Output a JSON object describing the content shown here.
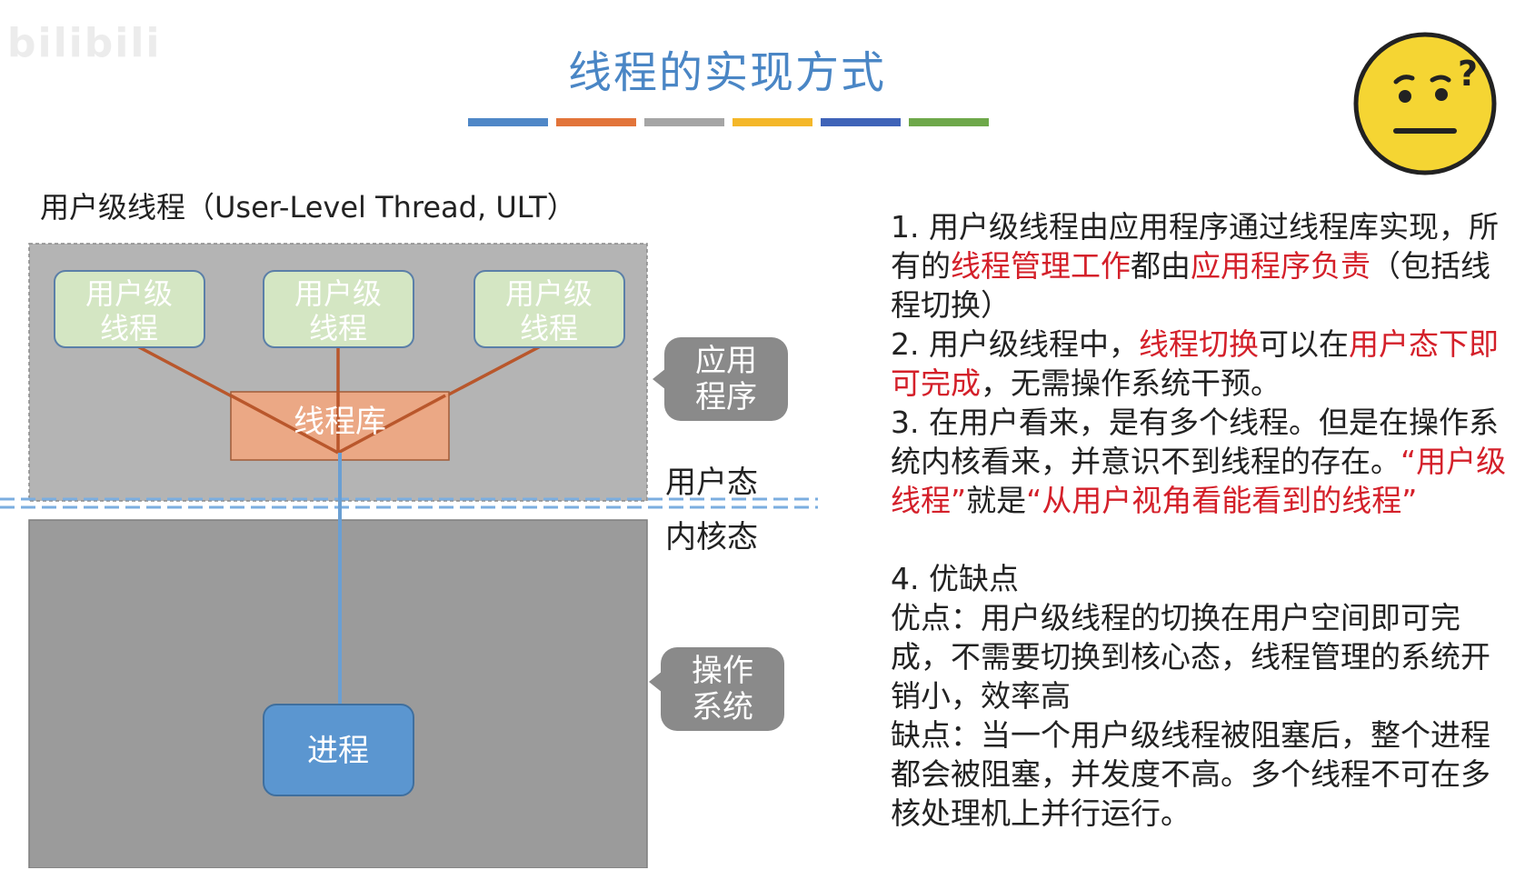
{
  "watermark": "bilibili",
  "title": "线程的实现方式",
  "colors": {
    "title": "#4a86c5",
    "highlight": "#d4202a",
    "bars": [
      "#4f87c7",
      "#e2743a",
      "#a5a5a5",
      "#f4b729",
      "#3f63b8",
      "#6ea84a"
    ],
    "thread_box": "#d4e6c3",
    "library_box": "#f1a67f",
    "process_box": "#5b96d0",
    "app_area": "#b4b4b4",
    "os_area": "#9b9b9b",
    "link_line": "#b9572c",
    "kernel_line": "#6a9fd3",
    "divider": "#7baee0"
  },
  "emoji": {
    "icon": "confused-face-icon",
    "mark": "?"
  },
  "subtitle": "用户级线程（User-Level Thread, ULT）",
  "diagram": {
    "threads": [
      {
        "line1": "用户级",
        "line2": "线程"
      },
      {
        "line1": "用户级",
        "line2": "线程"
      },
      {
        "line1": "用户级",
        "line2": "线程"
      }
    ],
    "library": "线程库",
    "process": "进程",
    "app_label": {
      "line1": "应用",
      "line2": "程序"
    },
    "os_label": {
      "line1": "操作",
      "line2": "系统"
    },
    "user_mode": "用户态",
    "kernel_mode": "内核态"
  },
  "notes": {
    "p1": {
      "a": "1. 用户级线程由应用程序通过线程库实现，所有的",
      "b": "线程管理工作",
      "c": "都由",
      "d": "应用程序负责",
      "e": "（包括线程切换）"
    },
    "p2": {
      "a": "2. 用户级线程中，",
      "b": "线程切换",
      "c": "可以在",
      "d": "用户态下即可完成",
      "e": "，无需操作系统干预。"
    },
    "p3": {
      "a": "3. 在用户看来，是有多个线程。但是在操作系统内核看来，并意识不到线程的存在。",
      "b": "“用户级线程”",
      "c": "就是",
      "d": "“从用户视角看能看到的线程”"
    },
    "p4": {
      "heading": "4. 优缺点",
      "pros": "优点：用户级线程的切换在用户空间即可完成，不需要切换到核心态，线程管理的系统开销小，效率高",
      "cons": "缺点：当一个用户级线程被阻塞后，整个进程都会被阻塞，并发度不高。多个线程不可在多核处理机上并行运行。"
    }
  }
}
